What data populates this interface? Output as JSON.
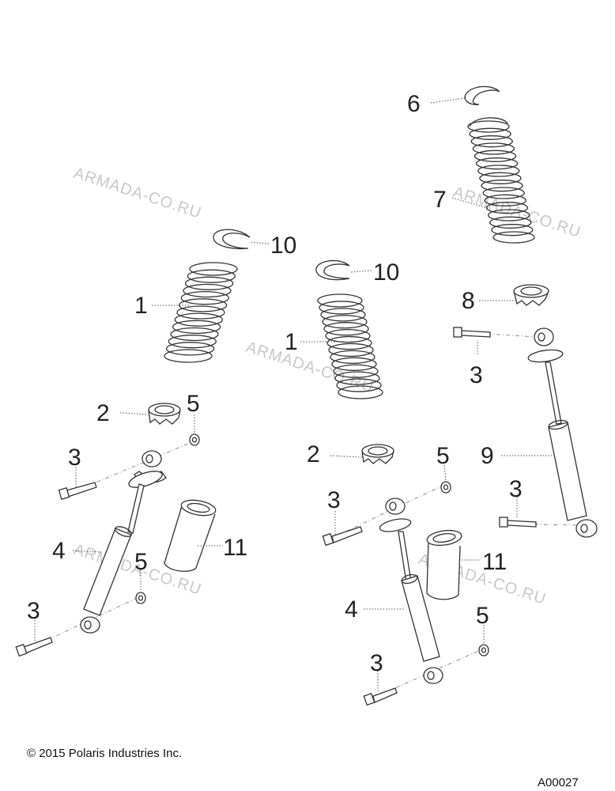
{
  "callouts": {
    "c1a": "1",
    "c1b": "1",
    "c2a": "2",
    "c2b": "2",
    "c3a": "3",
    "c3b": "3",
    "c3c": "3",
    "c3d": "3",
    "c3e": "3",
    "c3f": "3",
    "c4a": "4",
    "c4b": "4",
    "c5a": "5",
    "c5b": "5",
    "c5c": "5",
    "c5d": "5",
    "c6": "6",
    "c7": "7",
    "c8": "8",
    "c9": "9",
    "c10a": "10",
    "c10b": "10",
    "c11a": "11",
    "c11b": "11"
  },
  "watermark": "ARMADA-CO.RU",
  "copyright": "© 2015 Polaris Industries Inc.",
  "drawing_id": "A00027",
  "colors": {
    "line": "#333333",
    "watermark": "#c8c8c8",
    "background": "#ffffff"
  }
}
